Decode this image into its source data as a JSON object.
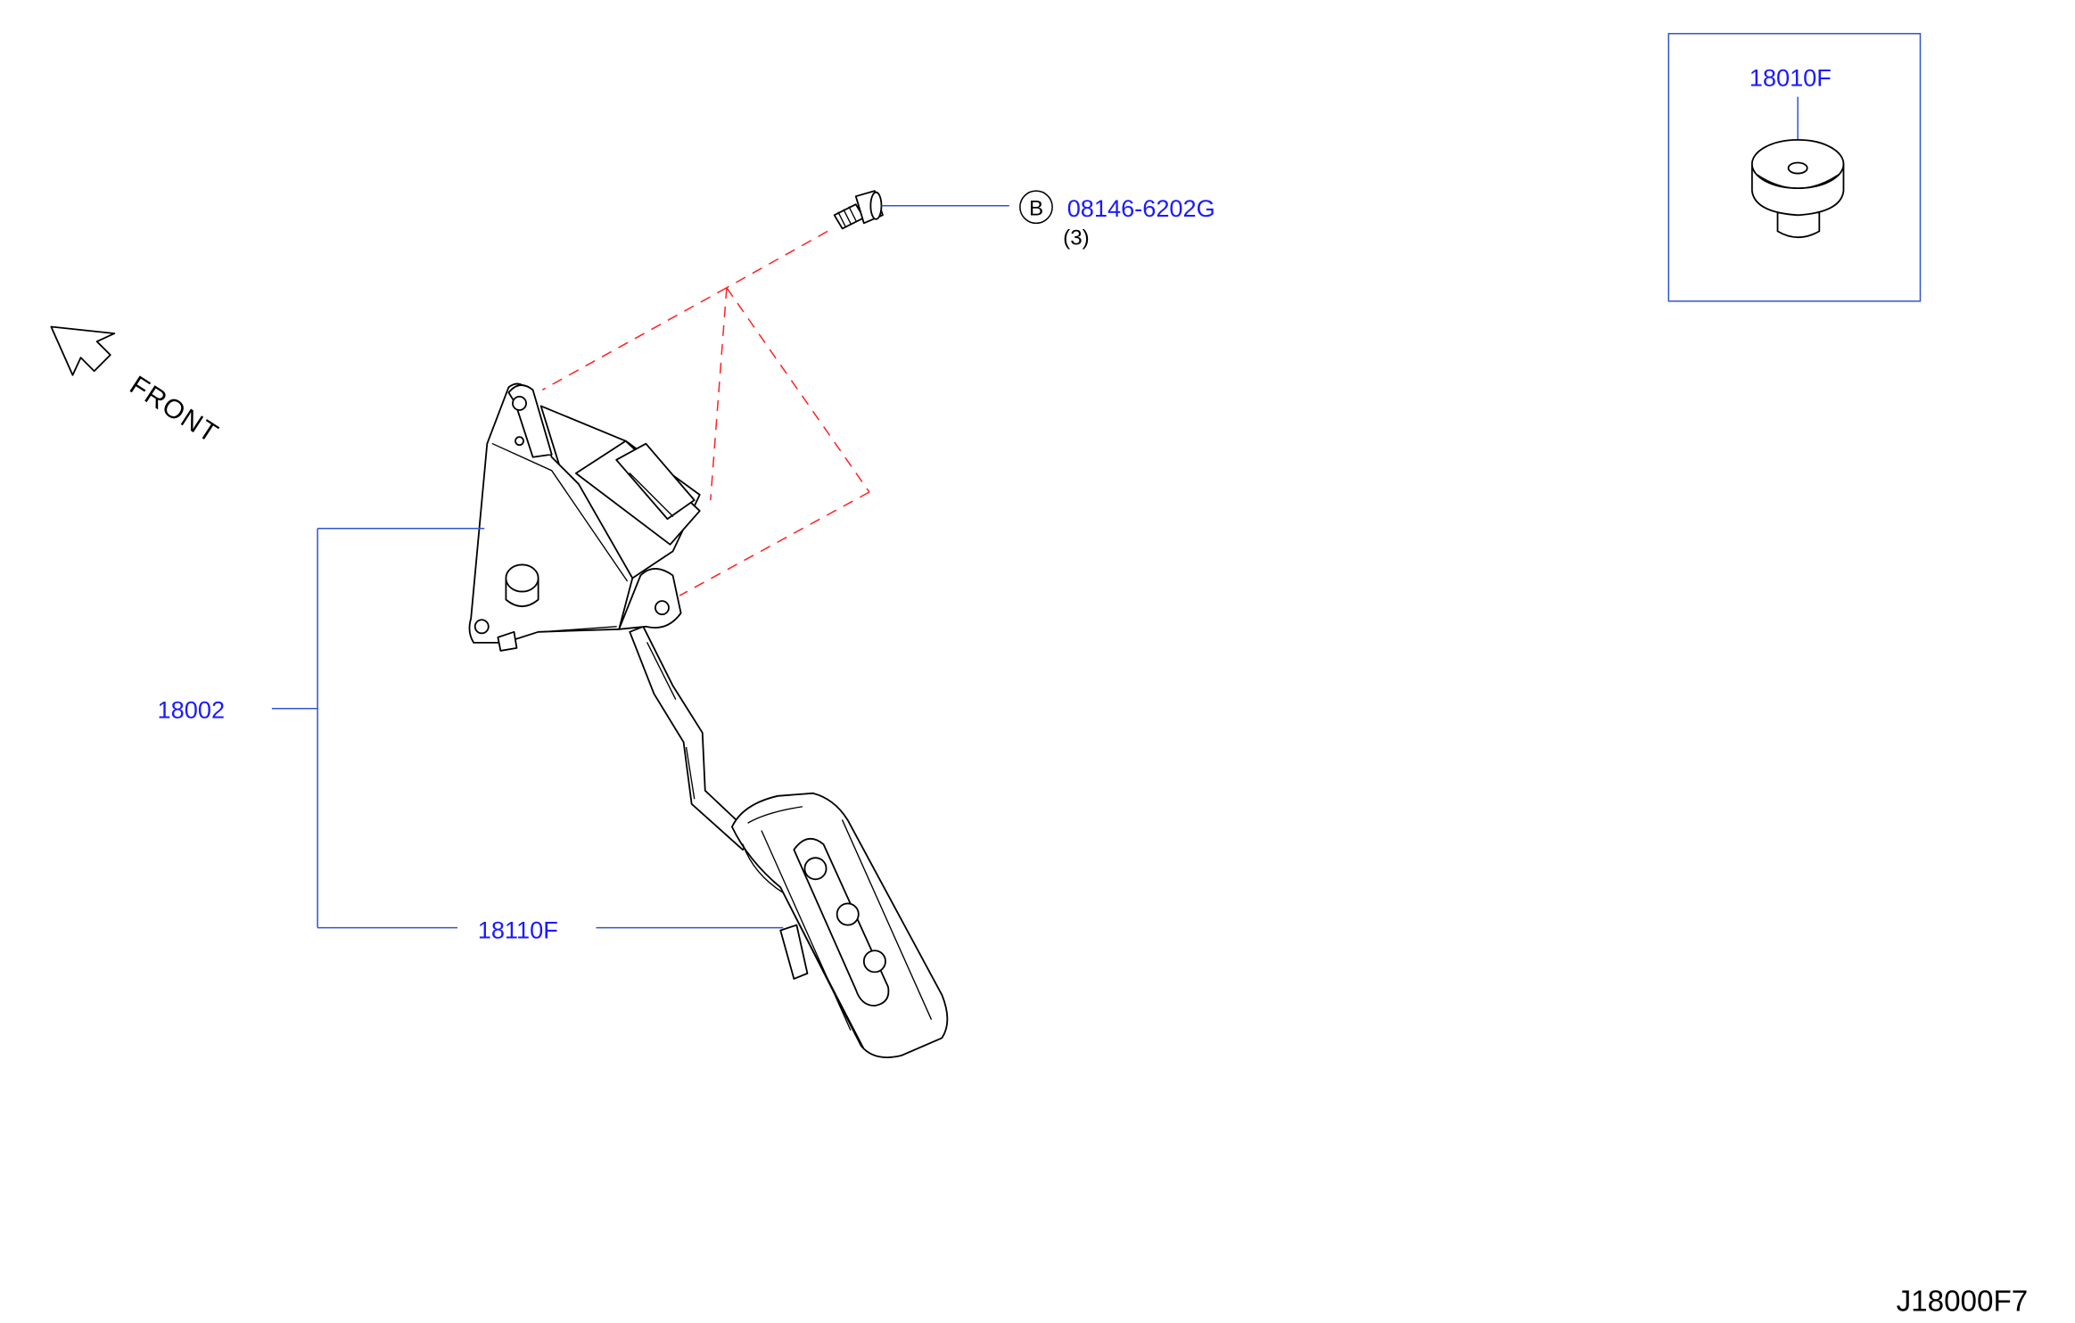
{
  "labels": {
    "bolt_part": "08146-6202G",
    "bolt_ref_letter": "B",
    "bolt_qty": "(3)",
    "pedal_assembly": "18002",
    "pedal_arm": "18110F",
    "stopper": "18010F",
    "front": "FRONT",
    "diagram_ref": "J18000F7"
  },
  "colors": {
    "part_number_text": "#1a1aff",
    "leader_line": "#3355cc",
    "dashed_guide": "#ff2222",
    "linework": "#000000"
  }
}
